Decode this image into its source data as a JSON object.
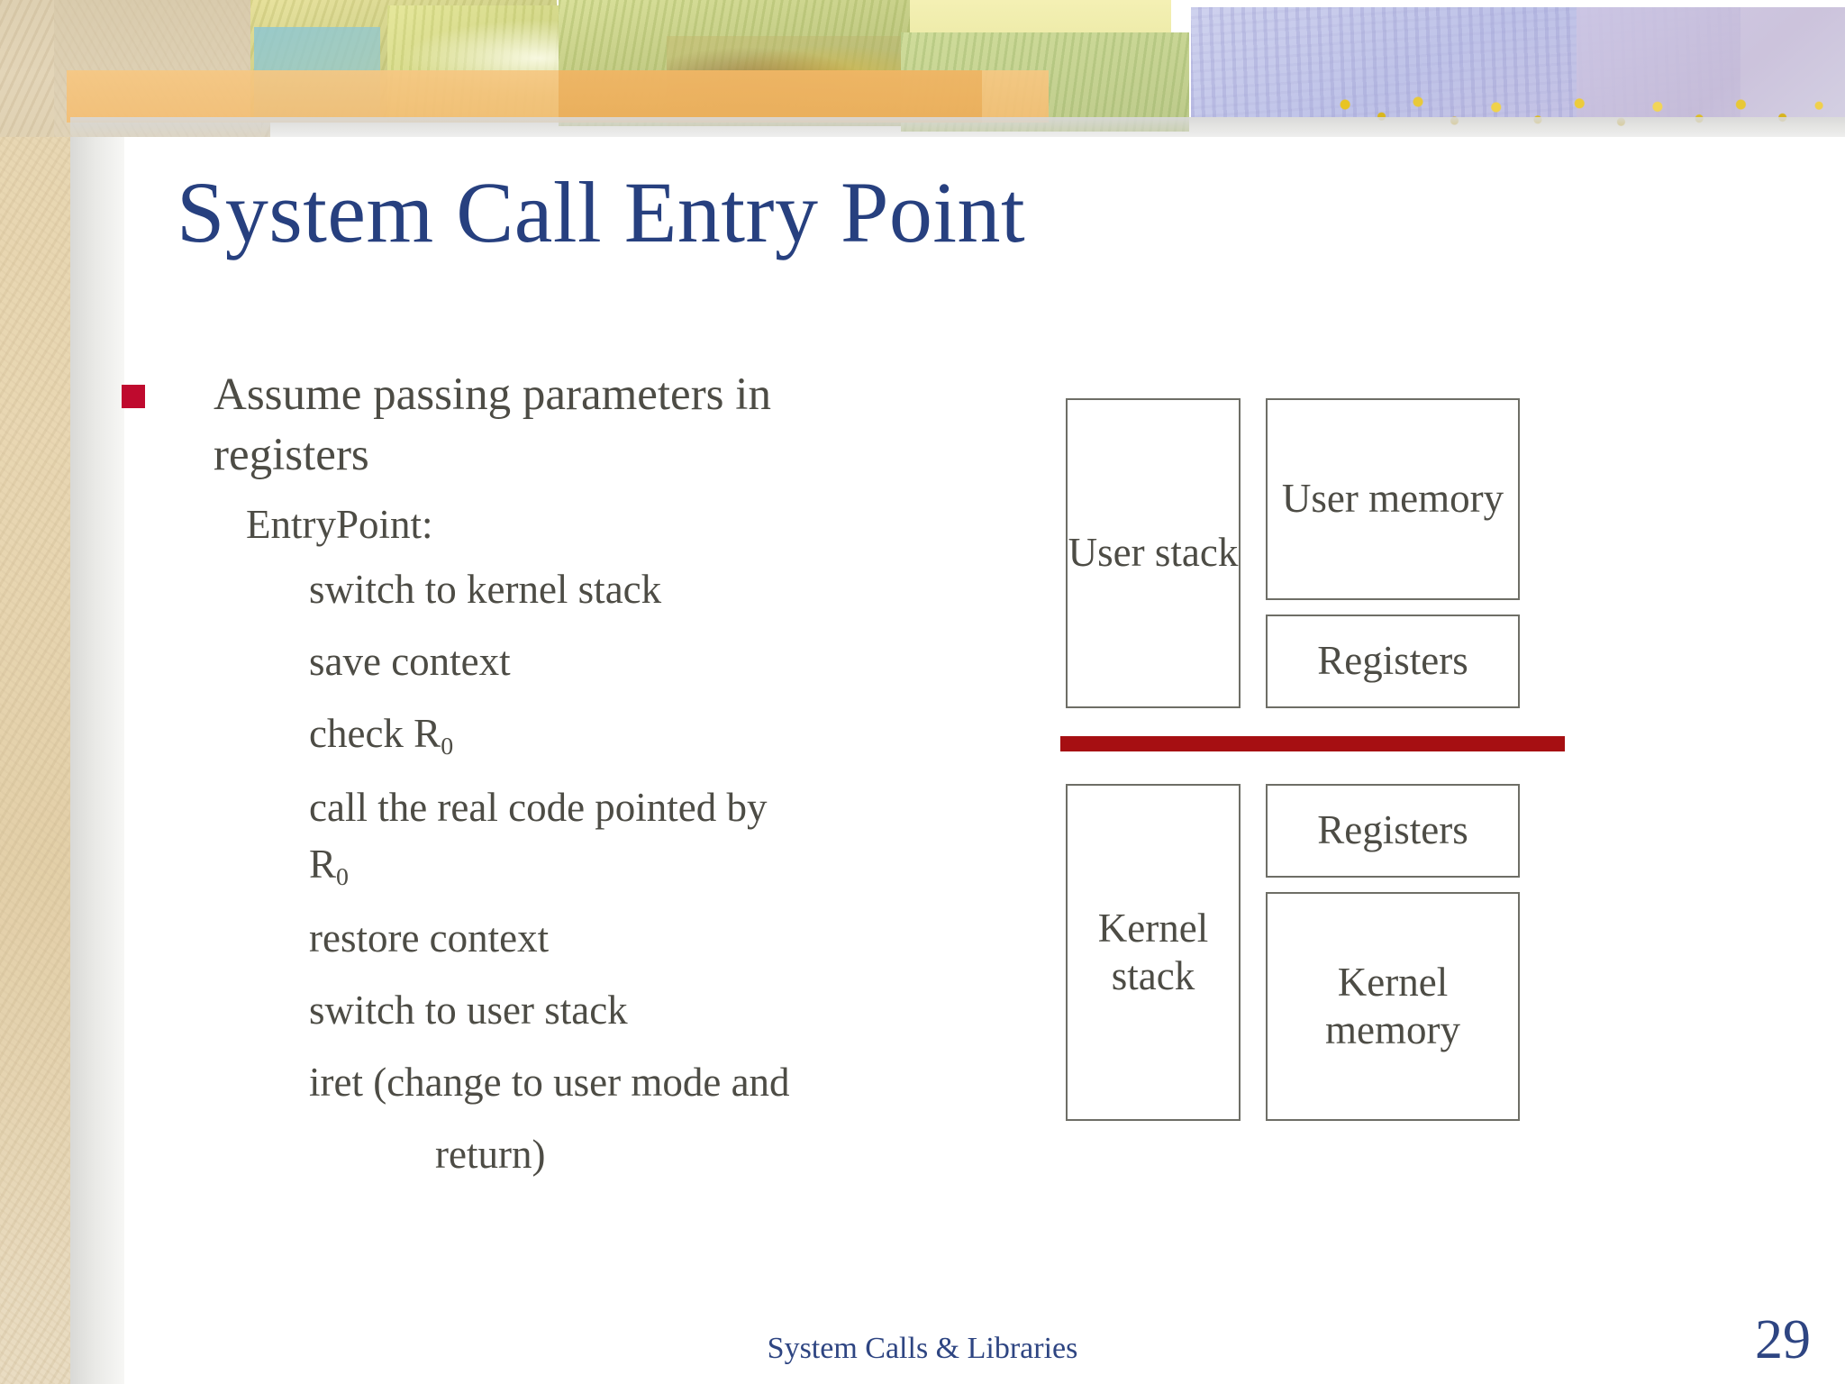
{
  "slide": {
    "title": "System Call Entry Point",
    "page_number": "29",
    "footer": "System Calls & Libraries",
    "colors": {
      "title": "#27407f",
      "body_text": "#4d4c45",
      "bullet_marker": "#bf0a2e",
      "divider": "#a60f12",
      "footer": "#2e4582",
      "box_border": "#6e6e66"
    }
  },
  "content": {
    "bullet": "Assume passing parameters in registers",
    "sub_heading": "EntryPoint:",
    "code_lines": [
      {
        "text": "switch to kernel stack",
        "indent": false
      },
      {
        "text": "save context",
        "indent": false
      },
      {
        "text": "check R",
        "sub": "0",
        "indent": false
      },
      {
        "text": "call the real code pointed by R",
        "sub": "0",
        "indent": false
      },
      {
        "text": "restore context",
        "indent": false
      },
      {
        "text": "switch to user stack",
        "indent": false
      },
      {
        "text": "iret (change to user mode and",
        "indent": false
      },
      {
        "text": "return)",
        "indent": true
      }
    ]
  },
  "diagram": {
    "user_stack": "User stack",
    "user_memory": "User memory",
    "user_registers": "Registers",
    "kernel_stack": "Kernel stack",
    "kernel_registers": "Registers",
    "kernel_memory": "Kernel memory"
  }
}
